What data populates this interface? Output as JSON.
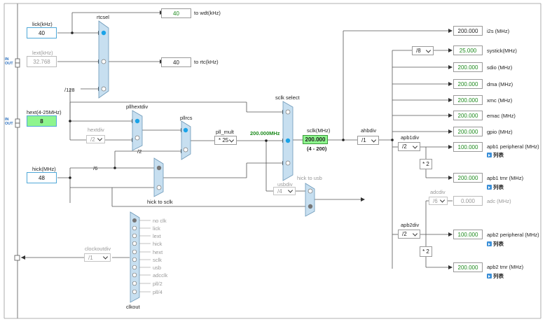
{
  "inputs": {
    "lick": {
      "label": "lick(kHz)",
      "value": "40"
    },
    "lext": {
      "label": "lext(kHz)",
      "value": "32.768"
    },
    "hext": {
      "label": "hext(4-25MHz)",
      "value": "8"
    },
    "hick": {
      "label": "hick(MHz)",
      "value": "48"
    },
    "in_label": "IN",
    "out_label": "OUT"
  },
  "rtcsel": {
    "label": "rtcsel",
    "div128": "/128"
  },
  "wdt": {
    "value": "40",
    "label": "to wdt(kHz)"
  },
  "rtc": {
    "value": "40",
    "label": "to rtc(kHz)"
  },
  "pllhextdiv": {
    "label": "pllhextdiv"
  },
  "hextdiv": {
    "label": "hextdiv",
    "value": "/2"
  },
  "pllrcs": {
    "label": "pllrcs",
    "div2": "/2"
  },
  "hick_div6": "/6",
  "hick_to_sclk": "hick to sclk",
  "pll_mult": {
    "label": "pll_mult",
    "value": "* 25",
    "result": "200.000MHz"
  },
  "sclk_select": {
    "label": "sclk select"
  },
  "sclk": {
    "label": "sclk(MHz)",
    "value": "200.000",
    "range": "(4 - 200)"
  },
  "usbdiv": {
    "label": "usbdiv",
    "value": "/4"
  },
  "hick_to_usb": "hick to usb",
  "ahbdiv": {
    "label": "ahbdiv",
    "value": "/1"
  },
  "systick_div": "/8",
  "outputs": [
    {
      "value": "200.000",
      "label": "i2s (MHz)"
    },
    {
      "value": "25.000",
      "label": "systick(MHz)"
    },
    {
      "value": "200.000",
      "label": "sdio (MHz)"
    },
    {
      "value": "200.000",
      "label": "dma (MHz)"
    },
    {
      "value": "200.000",
      "label": "xmc (MHz)"
    },
    {
      "value": "200.000",
      "label": "emac (MHz)"
    },
    {
      "value": "200.000",
      "label": "gpio (MHz)"
    }
  ],
  "apb1": {
    "label": "apb1div",
    "value": "/2",
    "mult": "* 2",
    "periph": {
      "value": "100.000",
      "label": "apb1 peripheral (MHz)"
    },
    "tmr": {
      "value": "200.000",
      "label": "apb1 tmr (MHz)"
    }
  },
  "adc": {
    "label": "adcdiv",
    "value": "/6",
    "out": "0.000",
    "out_label": "adc (MHz)"
  },
  "apb2": {
    "label": "apb2div",
    "value": "/2",
    "mult": "* 2",
    "periph": {
      "value": "100.000",
      "label": "apb2 peripheral (MHz)"
    },
    "tmr": {
      "value": "200.000",
      "label": "apb2 tmr (MHz)"
    }
  },
  "list_link": "列表",
  "clockoutdiv": {
    "label": "clockoutdiv",
    "value": "/1"
  },
  "clkout": {
    "label": "clkout",
    "options": [
      "no clk",
      "lick",
      "lext",
      "hick",
      "hext",
      "sclk",
      "usb",
      "adcclk",
      "pll/2",
      "pll/4"
    ]
  }
}
